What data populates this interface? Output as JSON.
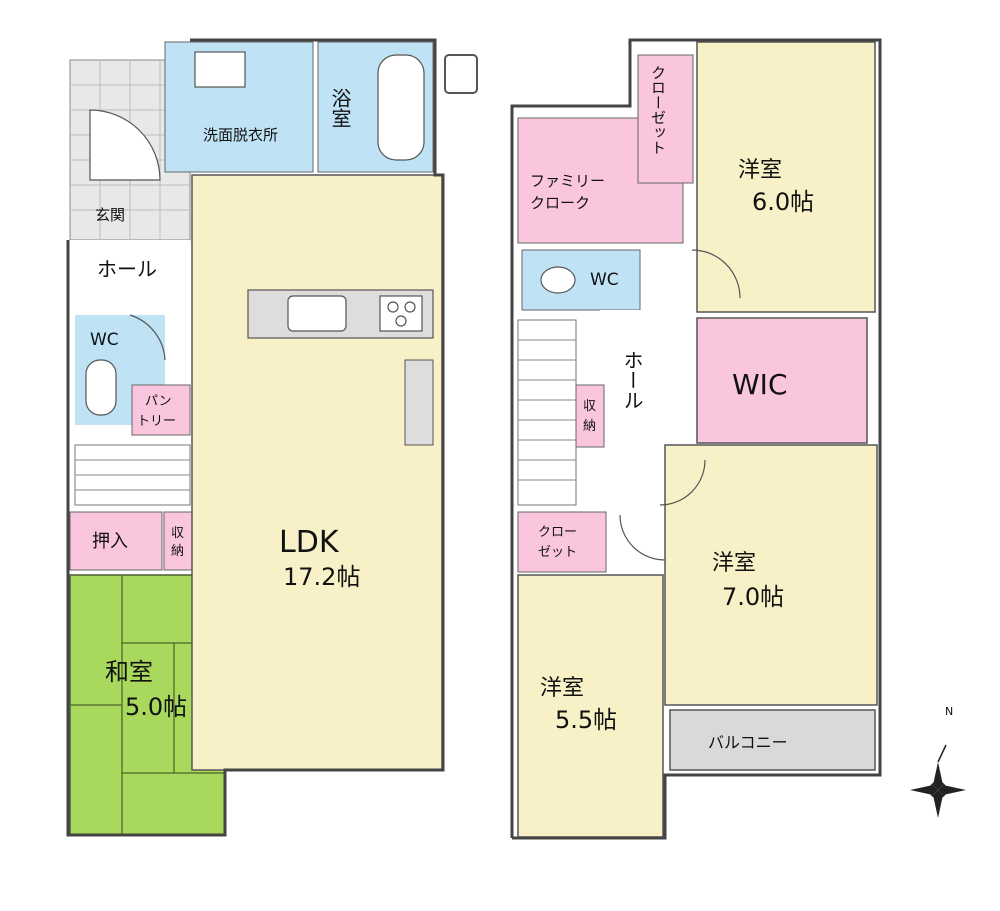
{
  "colors": {
    "ldk": "#f8f1c8",
    "wet": "#bfe3f5",
    "storage": "#f9c6de",
    "tatami": "#a9d95c",
    "balcony": "#d9d9d9",
    "plain": "#ffffff",
    "wall": "#444444",
    "tile": "#e8e8e8"
  },
  "floor1": {
    "ldk": {
      "name": "LDK",
      "size": "17.2帖"
    },
    "washroom": {
      "name": "洗面脱衣所"
    },
    "bath": {
      "name": "浴室"
    },
    "entrance": {
      "name": "玄関"
    },
    "hall": {
      "name": "ホール"
    },
    "wc": {
      "name": "WC"
    },
    "pantry": {
      "name": "パントリー",
      "line1": "パン",
      "line2": "トリー"
    },
    "oshiire": {
      "name": "押入"
    },
    "storage": {
      "name": "収納",
      "line1": "収",
      "line2": "納"
    },
    "washitsu": {
      "name": "和室",
      "size": "5.0帖"
    }
  },
  "floor2": {
    "closet_top": {
      "name": "クローゼット"
    },
    "family_cloak": {
      "line1": "ファミリー",
      "line2": "クローク"
    },
    "wc": {
      "name": "WC"
    },
    "hall": {
      "name": "ホール"
    },
    "storage": {
      "line1": "収",
      "line2": "納"
    },
    "closet_small": {
      "line1": "クロー",
      "line2": "ゼット"
    },
    "room_6": {
      "name": "洋室",
      "size": "6.0帖"
    },
    "wic": {
      "name": "WIC"
    },
    "room_7": {
      "name": "洋室",
      "size": "7.0帖"
    },
    "room_55": {
      "name": "洋室",
      "size": "5.5帖"
    },
    "balcony": {
      "name": "バルコニー"
    }
  },
  "compass": {
    "north_label": "N",
    "icon": "compass-rose-icon"
  }
}
